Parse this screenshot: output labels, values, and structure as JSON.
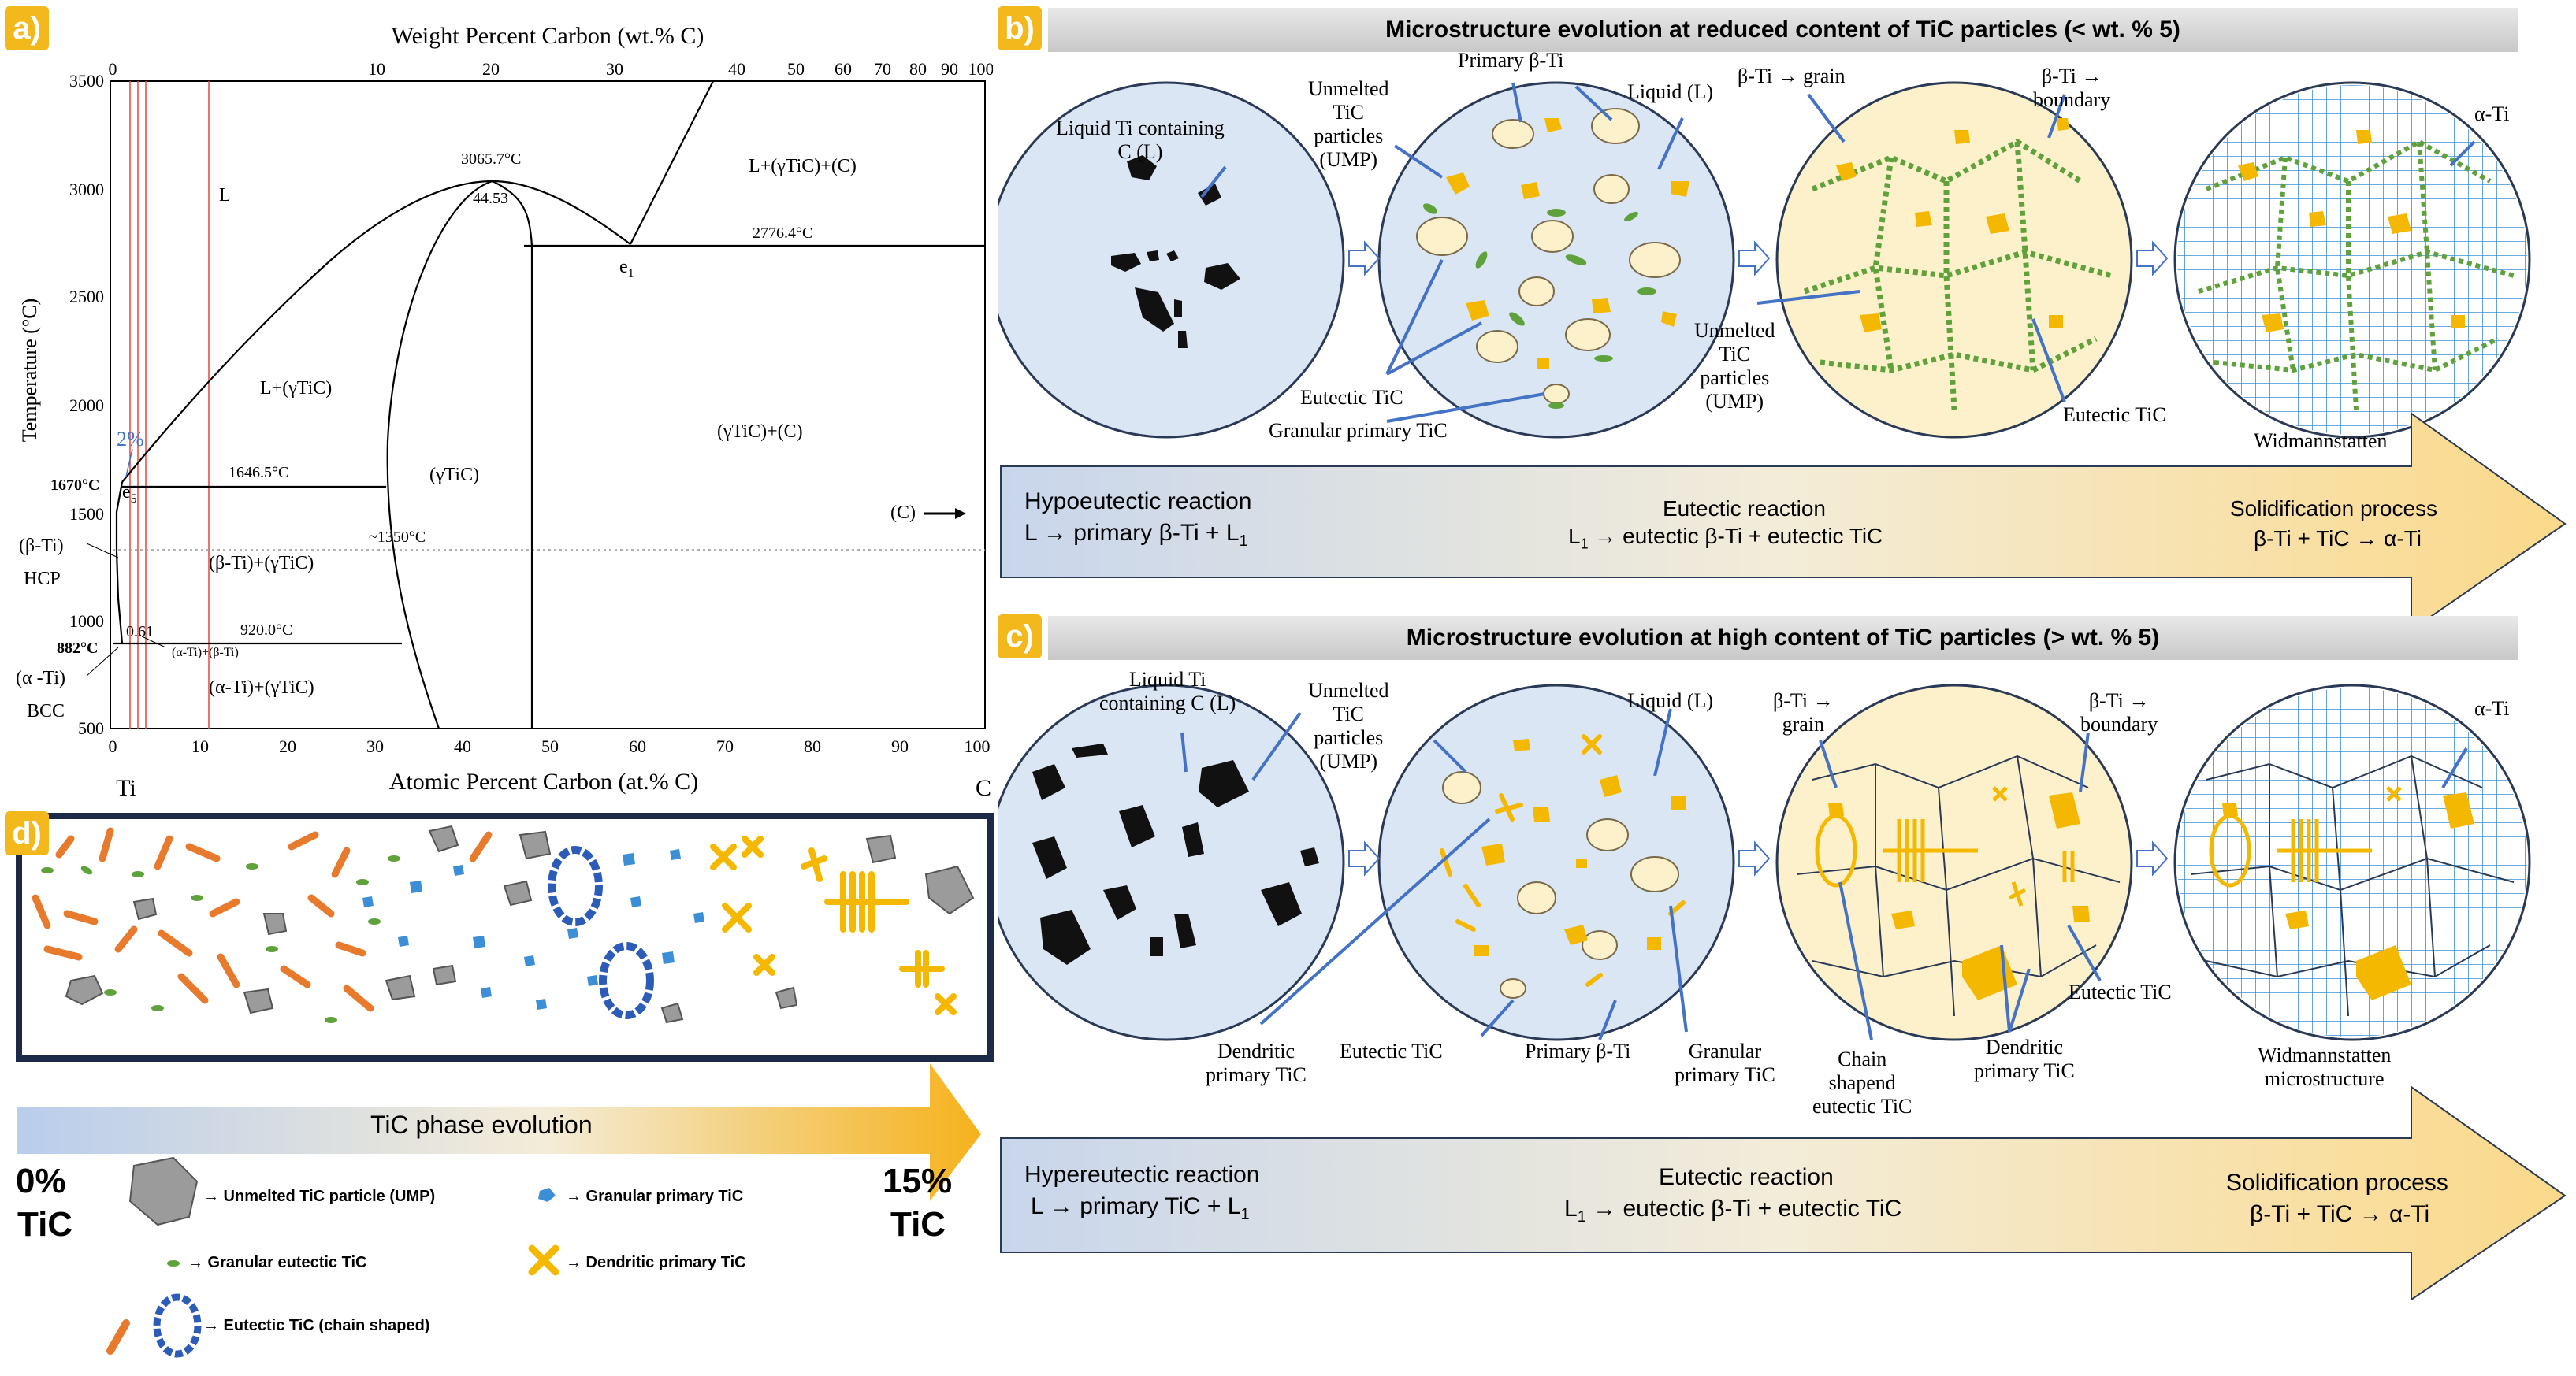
{
  "colors": {
    "label_bg": "#f2b81c",
    "liquid_blue": "#dbe6f4",
    "cream": "#fdf1cc",
    "tic_orange": "#f5b800",
    "eutectic_green": "#5fa13a",
    "granular_blue": "#3c8fd6",
    "chain_blue": "#2d5cb8",
    "arrow_blue": "#4472c4",
    "red_line": "#e8463a"
  },
  "panel_a": {
    "label": "a)",
    "top_axis_title": "Weight Percent Carbon (wt.% C)",
    "top_ticks": [
      "0",
      "10",
      "20",
      "30",
      "40",
      "50",
      "60",
      "70",
      "80",
      "90",
      "100"
    ],
    "bottom_axis_title": "Atomic Percent Carbon (at.% C)",
    "bottom_ticks": [
      "0",
      "10",
      "20",
      "30",
      "40",
      "50",
      "60",
      "70",
      "80",
      "90",
      "100"
    ],
    "y_axis_title": "Temperature (°C)",
    "y_ticks": [
      "500",
      "1000",
      "1500",
      "2000",
      "2500",
      "3000",
      "3500"
    ],
    "end_left": "Ti",
    "end_right": "C",
    "labels": {
      "L": "L",
      "L_gtic": "L+(γTiC)",
      "L_gtic_c": "L+(γTiC)+(C)",
      "gtic": "(γTiC)",
      "gtic_c": "(γTiC)+(C)",
      "beta_gtic": "(β-Ti)+(γTiC)",
      "alpha_gtic": "(α-Ti)+(γTiC)",
      "alpha_beta": "(α-Ti)+(β-Ti)",
      "beta_ti": "(β-Ti)",
      "hcp": "HCP",
      "alpha_ti": "(α -Ti)",
      "bcc": "BCC",
      "c_phase": "(C)",
      "t3065": "3065.7°C",
      "c4453": "44.53",
      "t2776": "2776.4°C",
      "e1": "e",
      "e1_sub": "1",
      "t1646": "1646.5°C",
      "t1350": "~1350°C",
      "t920": "920.0°C",
      "c061": "0.61",
      "t1670": "1670°C",
      "t882": "882°C",
      "e5": "e",
      "e5_sub": "5",
      "pct2": "2%"
    }
  },
  "panel_b": {
    "label": "b)",
    "title": "Microstructure evolution at reduced content of TiC particles (< wt. % 5)",
    "callouts": {
      "liquid_ti": "Liquid Ti containing\nC (L)",
      "ump": "Unmelted\nTiC\nparticles\n(UMP)",
      "primary_beta": "Primary β-Ti",
      "liquid_l": "Liquid (L)",
      "beta_grain": "β-Ti → grain",
      "beta_boundary": "β-Ti →\nboundary",
      "alpha_ti": "α-Ti",
      "eutectic_tic_1": "Eutectic TiC",
      "granular_primary": "Granular primary TiC",
      "ump2": "Unmelted\nTiC\nparticles\n(UMP)",
      "eutectic_tic_2": "Eutectic TiC",
      "widmann": "Widmannstatten"
    },
    "arrow": {
      "hypo_title": "Hypoeutectic reaction",
      "hypo_eq": "L → primary β-Ti + L",
      "hypo_sub": "1",
      "eut_title": "Eutectic reaction",
      "eut_eq_a": "L",
      "eut_sub": "1",
      "eut_eq_b": " → eutectic β-Ti + eutectic TiC",
      "sol_title": "Solidification process",
      "sol_eq": "β-Ti + TiC → α-Ti"
    }
  },
  "panel_c": {
    "label": "c)",
    "title": "Microstructure evolution at high content of TiC particles (> wt. % 5)",
    "callouts": {
      "liquid_ti": "Liquid Ti\ncontaining C (L)",
      "ump": "Unmelted\nTiC\nparticles\n(UMP)",
      "liquid_l": "Liquid (L)",
      "beta_grain": "β-Ti →\ngrain",
      "beta_boundary": "β-Ti →\nboundary",
      "alpha_ti": "α-Ti",
      "dendritic_1": "Dendritic\nprimary TiC",
      "eutectic_tic": "Eutectic TiC",
      "primary_beta": "Primary β-Ti",
      "granular": "Granular\nprimary TiC",
      "chain": "Chain\nshapend\neutectic TiC",
      "dendritic_2": "Dendritic\nprimary TiC",
      "eutectic_tic_2": "Eutectic TiC",
      "widmann": "Widmannstatten\nmicrostructure"
    },
    "arrow": {
      "hyper_title": "Hypereutectic reaction",
      "hyper_eq": "L → primary TiC + L",
      "hyper_sub": "1",
      "eut_title": "Eutectic reaction",
      "eut_eq_a": "L",
      "eut_sub": "1",
      "eut_eq_b": " → eutectic β-Ti + eutectic TiC",
      "sol_title": "Solidification process",
      "sol_eq": "β-Ti + TiC → α-Ti"
    }
  },
  "panel_d": {
    "label": "d)",
    "evolution_label": "TiC phase evolution",
    "left_pct": "0%",
    "left_sub": "TiC",
    "right_pct": "15%",
    "right_sub": "TiC",
    "legend": {
      "ump": "→ Unmelted TiC particle (UMP)",
      "granular_primary": "→ Granular primary TiC",
      "granular_eutectic": "→ Granular eutectic TiC",
      "dendritic_primary": "→ Dendritic primary TiC",
      "eutectic_chain": "→ Eutectic TiC (chain shaped)"
    }
  }
}
